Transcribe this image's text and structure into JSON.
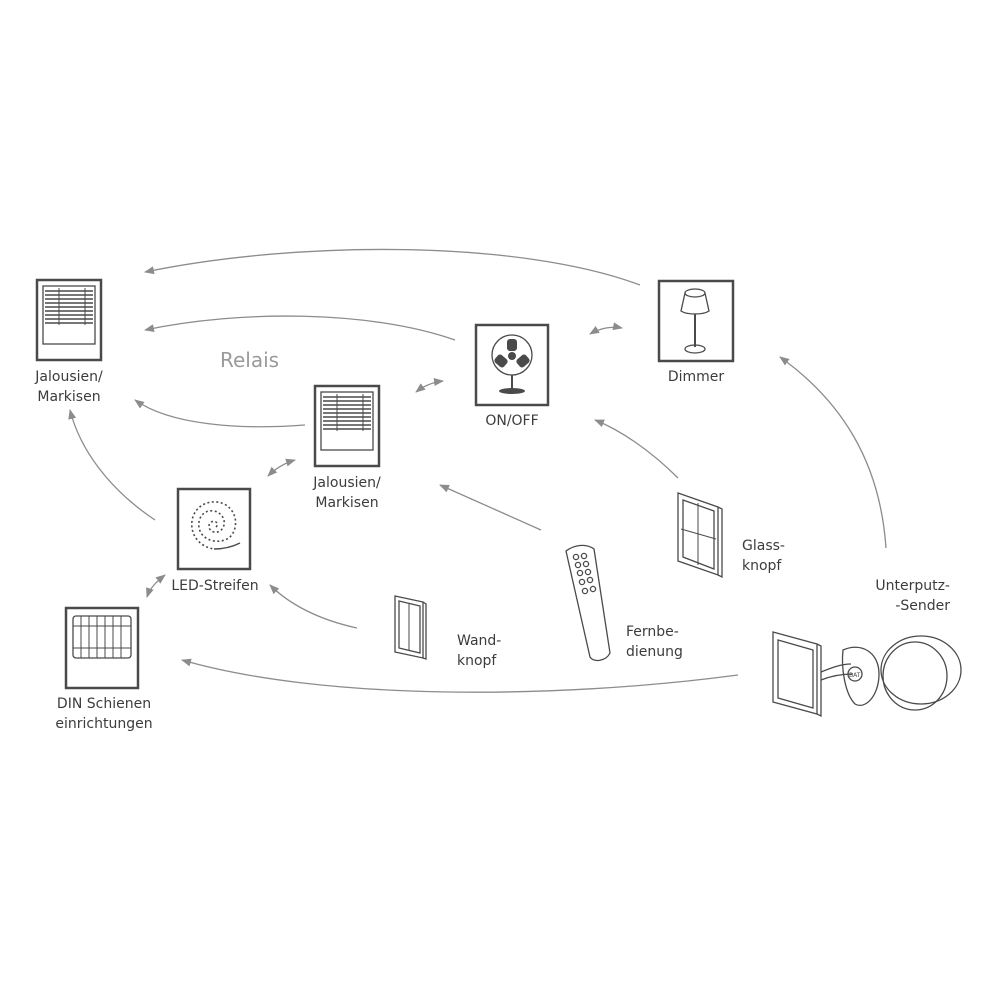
{
  "diagram": {
    "title_label": "Relais",
    "nodes": {
      "jalousie_left": "Jalousien/\nMarkisen",
      "jalousie_center": "Jalousien/\nMarkisen",
      "onoff": "ON/OFF",
      "dimmer": "Dimmer",
      "led": "LED-Streifen",
      "din": "DIN Schienen\neinrichtungen",
      "wandknopf": "Wand-\nknopf",
      "fernbedienung": "Fernbe-\ndienung",
      "glassknopf": "Glass-\nknopf",
      "unterputz": "Unterputz-\n-Sender"
    },
    "icons": {
      "jalousie": "blinds-icon",
      "fan": "fan-icon",
      "lamp": "lamp-icon",
      "led": "led-strip-icon",
      "din": "din-rail-icon",
      "wall_switch": "wall-switch-icon",
      "remote": "remote-control-icon",
      "glass_switch": "glass-switch-icon",
      "flush_transmitter": "flush-mounted-transmitter-icon"
    },
    "battery_label": "BAT",
    "colors": {
      "line": "#8c8c8c",
      "icon": "#4a4a4a",
      "relais": "#9a9a9a"
    }
  }
}
